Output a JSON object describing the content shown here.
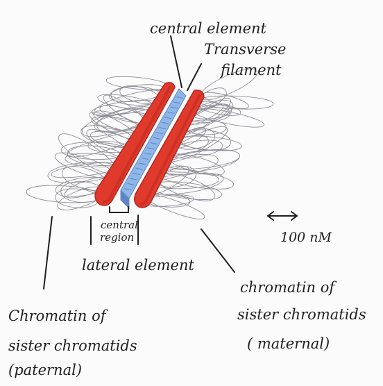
{
  "diagram": {
    "labels": {
      "central_element": "central element",
      "transverse_line1": "Transverse",
      "transverse_line2": "filament",
      "central_region_line1": "central",
      "central_region_line2": "region",
      "scale": "100 nM",
      "lateral_element": "lateral element",
      "maternal_line1": "chromatin of",
      "maternal_line2": "sister chromatids",
      "maternal_line3": "( maternal)",
      "paternal_line1": "Chromatin of",
      "paternal_line2": "sister chromatids",
      "paternal_line3": "(paternal)"
    },
    "colors": {
      "lateral_element": "#e03a2c",
      "lateral_element_dark": "#b8251c",
      "central_element": "#8fb6e8",
      "central_element_dark": "#5f86c4",
      "chromatin_loops": "#8c8c96",
      "ink": "#1e1e1e"
    }
  }
}
